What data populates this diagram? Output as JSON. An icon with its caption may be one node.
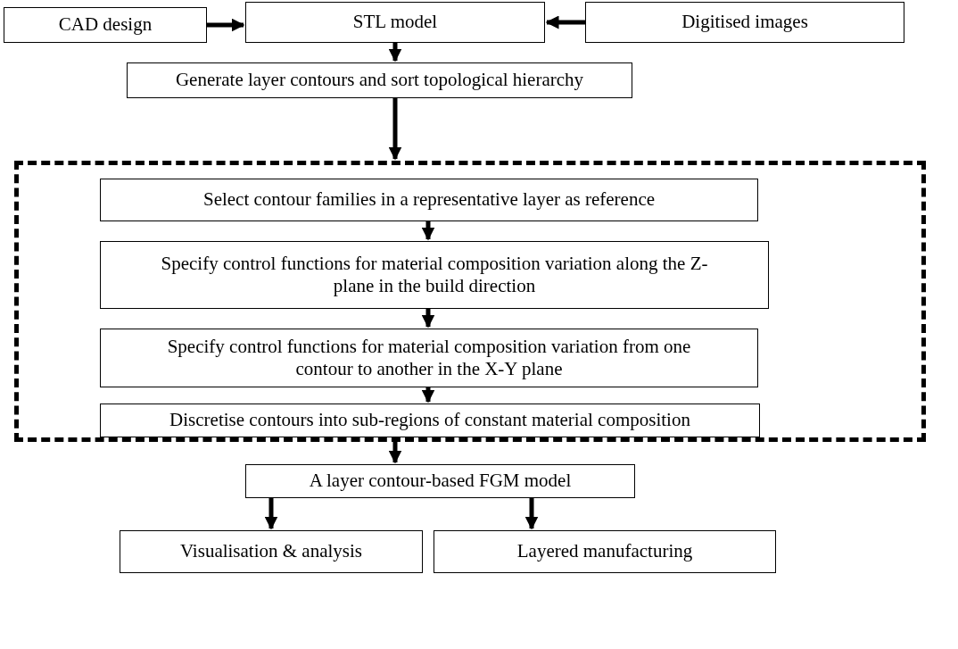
{
  "diagram": {
    "nodes": [
      {
        "text": [
          "CAD design"
        ]
      },
      {
        "text": [
          "STL model"
        ]
      },
      {
        "text": [
          "Digitised images"
        ]
      },
      {
        "text": [
          "Generate layer contours and sort topological hierarchy"
        ]
      },
      {
        "text": [],
        "shape": "box"
      },
      {
        "text": [
          "Select contour families in a representative layer as reference"
        ],
        "in": 4
      },
      {
        "text": [
          "Specify control functions for material composition variation along the Z-plane in the build direction"
        ],
        "in": 4
      },
      {
        "text": [
          "Specify control functions for material composition variation from one contour to another in the X-Y plane"
        ],
        "in": 4
      },
      {
        "text": [
          "Discretise contours into sub-regions of constant material composition"
        ],
        "in": 4
      },
      {
        "text": [
          "A layer contour-based FGM model"
        ]
      },
      {
        "text": [
          "Visualisation & analysis"
        ]
      },
      {
        "text": [
          "Layered manufacturing"
        ]
      }
    ],
    "edges": [
      {
        "from": 0,
        "to": 1,
        "arrow": "to"
      },
      {
        "from": 2,
        "to": 1,
        "arrow": "to"
      },
      {
        "from": 1,
        "to": 3,
        "arrow": "to"
      },
      {
        "from": 3,
        "to": 4,
        "arrow": "to"
      },
      {
        "from": 5,
        "to": 6,
        "arrow": "to"
      },
      {
        "from": 6,
        "to": 7,
        "arrow": "to"
      },
      {
        "from": 7,
        "to": 8,
        "arrow": "to"
      },
      {
        "from": 4,
        "to": 9,
        "arrow": "to"
      },
      {
        "from": 9,
        "to": 10,
        "arrow": "to"
      },
      {
        "from": 9,
        "to": 11,
        "arrow": "to"
      }
    ]
  }
}
